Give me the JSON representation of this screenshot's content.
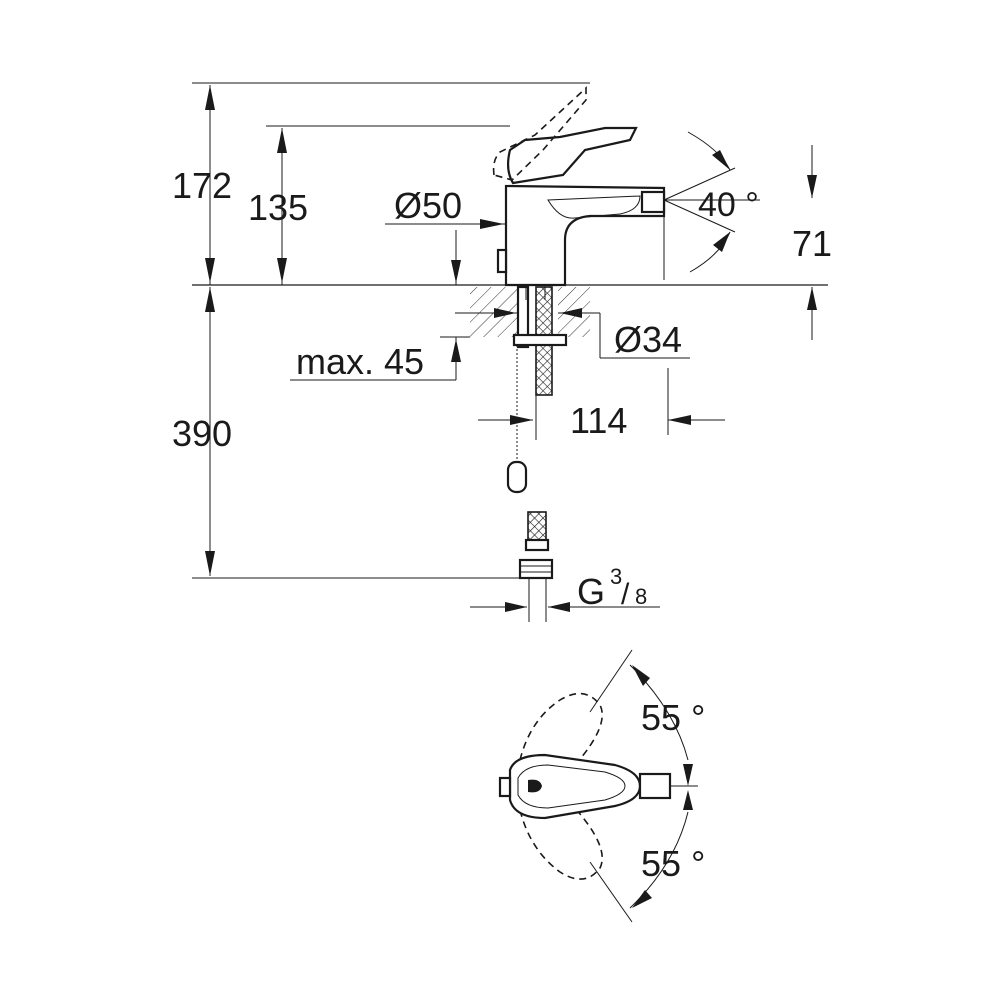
{
  "dimensions": {
    "total_height": "172",
    "spout_height": "135",
    "body_diameter": "Ø50",
    "spout_angle": "40 °",
    "spout_outlet_height": "71",
    "hole_diameter": "Ø34",
    "max_deck_thickness": "max. 45",
    "projection": "114",
    "hose_length": "390",
    "connection_main": "G",
    "connection_num": "3",
    "connection_den": "8",
    "handle_angle_upper": "55 °",
    "handle_angle_lower": "55 °"
  }
}
